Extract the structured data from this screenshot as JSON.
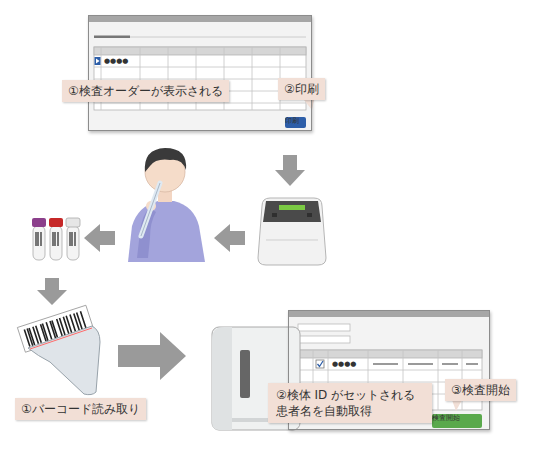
{
  "diagram": {
    "nodes": [
      {
        "text": [
          "●●●●"
        ]
      },
      {
        "text": [
          "①検査オーダーが表示される"
        ]
      },
      {
        "text": [
          "②印刷"
        ]
      },
      {
        "text": [
          "印刷"
        ],
        "in": 0
      },
      {
        "text": [
          "①バーコード読み取り"
        ]
      },
      {
        "text": [
          "●●●●"
        ]
      },
      {
        "text": [
          "②検体 ID がセットされる 患者名を自動取得"
        ]
      },
      {
        "text": [
          "③検査開始"
        ]
      },
      {
        "text": [
          "検査開始"
        ],
        "in": 5
      }
    ]
  }
}
